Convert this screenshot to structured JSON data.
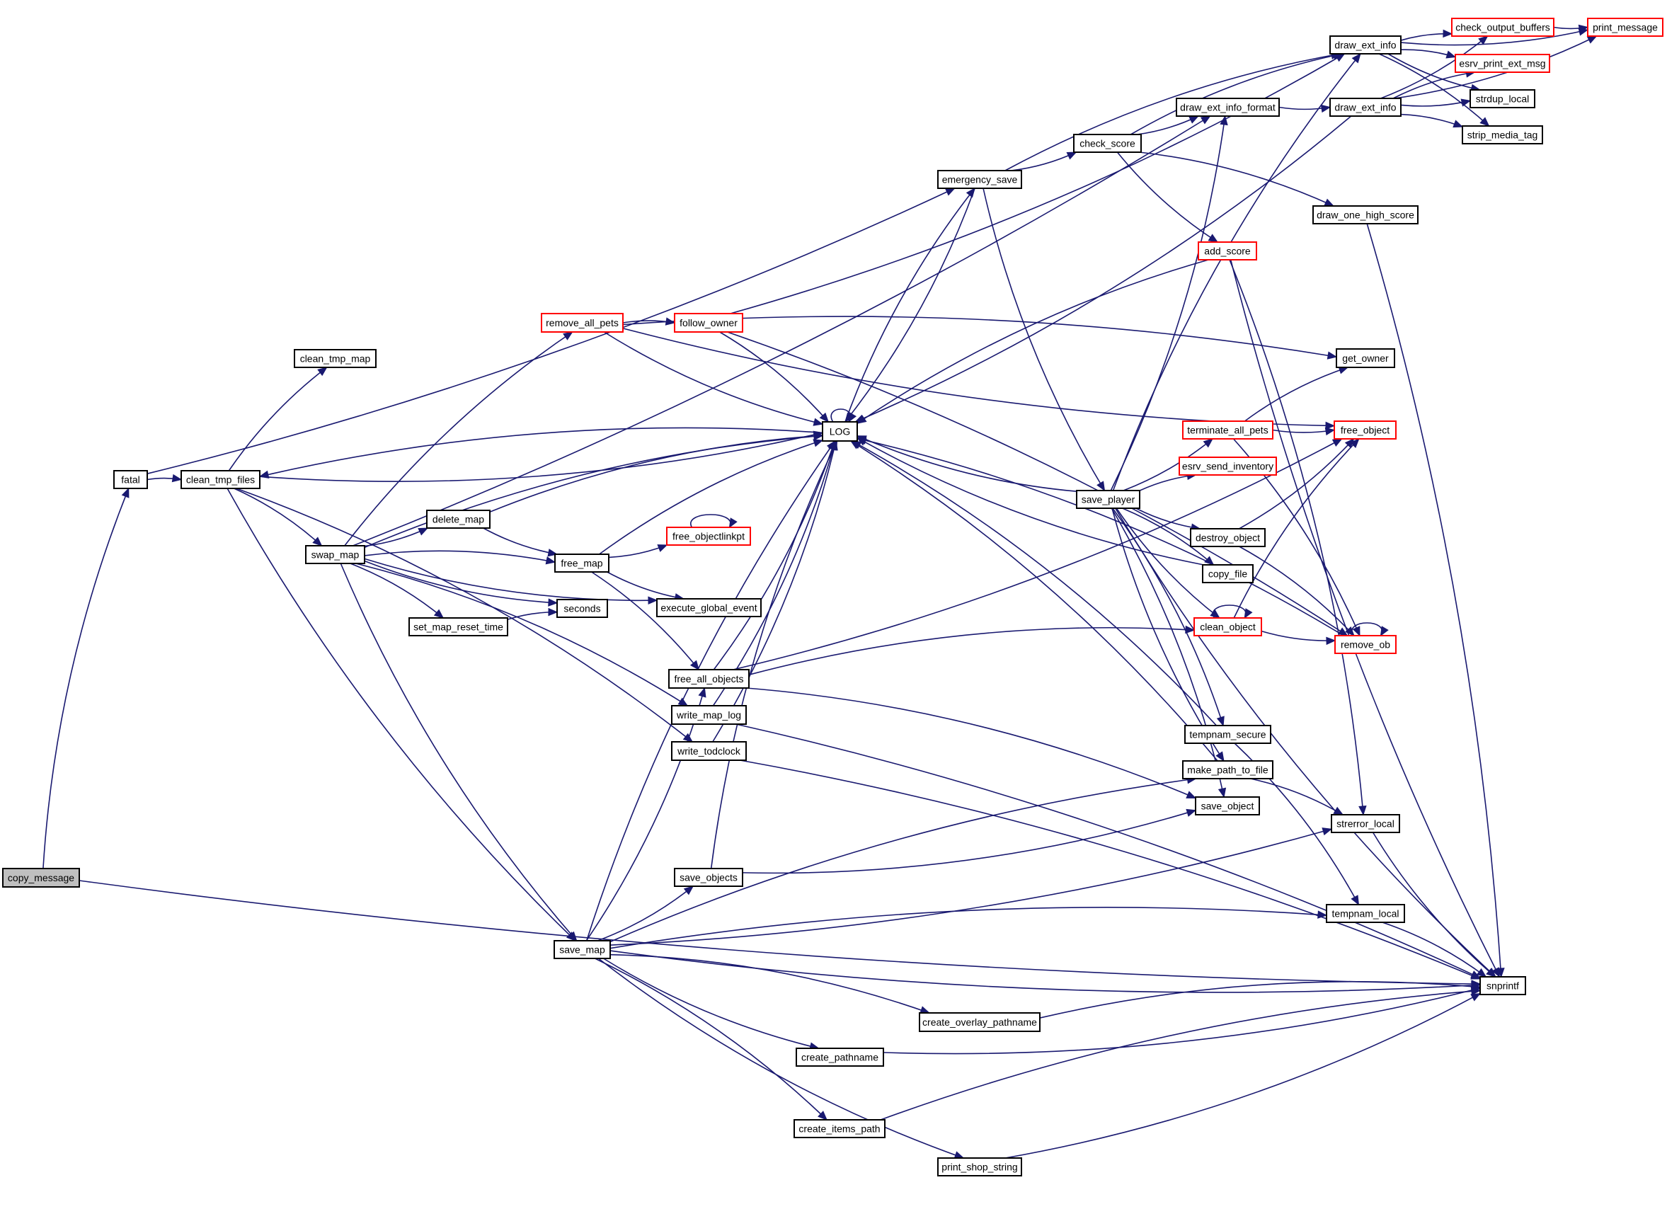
{
  "graph": {
    "type": "call-graph",
    "colors": {
      "edge": "#191970",
      "node_border": "#000000",
      "node_border_truncated": "#ff0000",
      "node_fill": "#ffffff",
      "root_fill": "#bfbfbf"
    },
    "nodes": [
      {
        "id": "copy_message",
        "label": "copy_message",
        "style": "root"
      },
      {
        "id": "fatal",
        "label": "fatal",
        "style": "normal"
      },
      {
        "id": "clean_tmp_files",
        "label": "clean_tmp_files",
        "style": "normal"
      },
      {
        "id": "clean_tmp_map",
        "label": "clean_tmp_map",
        "style": "normal"
      },
      {
        "id": "swap_map",
        "label": "swap_map",
        "style": "normal"
      },
      {
        "id": "remove_all_pets",
        "label": "remove_all_pets",
        "style": "truncated"
      },
      {
        "id": "follow_owner",
        "label": "follow_owner",
        "style": "truncated"
      },
      {
        "id": "delete_map",
        "label": "delete_map",
        "style": "normal"
      },
      {
        "id": "free_map",
        "label": "free_map",
        "style": "normal"
      },
      {
        "id": "free_objectlinkpt",
        "label": "free_objectlinkpt",
        "style": "truncated"
      },
      {
        "id": "seconds",
        "label": "seconds",
        "style": "normal"
      },
      {
        "id": "set_map_reset_time",
        "label": "set_map_reset_time",
        "style": "normal"
      },
      {
        "id": "execute_global_event",
        "label": "execute_global_event",
        "style": "normal"
      },
      {
        "id": "free_all_objects",
        "label": "free_all_objects",
        "style": "normal"
      },
      {
        "id": "write_map_log",
        "label": "write_map_log",
        "style": "normal"
      },
      {
        "id": "write_todclock",
        "label": "write_todclock",
        "style": "normal"
      },
      {
        "id": "save_map",
        "label": "save_map",
        "style": "normal"
      },
      {
        "id": "save_objects",
        "label": "save_objects",
        "style": "normal"
      },
      {
        "id": "LOG",
        "label": "LOG",
        "style": "normal"
      },
      {
        "id": "emergency_save",
        "label": "emergency_save",
        "style": "normal"
      },
      {
        "id": "check_score",
        "label": "check_score",
        "style": "normal"
      },
      {
        "id": "draw_ext_info_format",
        "label": "draw_ext_info_format",
        "style": "normal"
      },
      {
        "id": "draw_ext_info_a",
        "label": "draw_ext_info",
        "style": "normal"
      },
      {
        "id": "draw_ext_info_b",
        "label": "draw_ext_info",
        "style": "normal"
      },
      {
        "id": "check_output_buffers",
        "label": "check_output_buffers",
        "style": "truncated"
      },
      {
        "id": "print_message",
        "label": "print_message",
        "style": "truncated"
      },
      {
        "id": "esrv_print_ext_msg",
        "label": "esrv_print_ext_msg",
        "style": "truncated"
      },
      {
        "id": "strdup_local",
        "label": "strdup_local",
        "style": "normal"
      },
      {
        "id": "strip_media_tag",
        "label": "strip_media_tag",
        "style": "normal"
      },
      {
        "id": "draw_one_high_score",
        "label": "draw_one_high_score",
        "style": "normal"
      },
      {
        "id": "add_score",
        "label": "add_score",
        "style": "truncated"
      },
      {
        "id": "get_owner",
        "label": "get_owner",
        "style": "normal"
      },
      {
        "id": "terminate_all_pets",
        "label": "terminate_all_pets",
        "style": "truncated"
      },
      {
        "id": "free_object",
        "label": "free_object",
        "style": "truncated"
      },
      {
        "id": "esrv_send_inventory",
        "label": "esrv_send_inventory",
        "style": "truncated"
      },
      {
        "id": "save_player",
        "label": "save_player",
        "style": "normal"
      },
      {
        "id": "destroy_object",
        "label": "destroy_object",
        "style": "normal"
      },
      {
        "id": "copy_file",
        "label": "copy_file",
        "style": "normal"
      },
      {
        "id": "clean_object",
        "label": "clean_object",
        "style": "truncated"
      },
      {
        "id": "remove_ob",
        "label": "remove_ob",
        "style": "truncated"
      },
      {
        "id": "tempnam_secure",
        "label": "tempnam_secure",
        "style": "normal"
      },
      {
        "id": "make_path_to_file",
        "label": "make_path_to_file",
        "style": "normal"
      },
      {
        "id": "save_object",
        "label": "save_object",
        "style": "normal"
      },
      {
        "id": "strerror_local",
        "label": "strerror_local",
        "style": "normal"
      },
      {
        "id": "tempnam_local",
        "label": "tempnam_local",
        "style": "normal"
      },
      {
        "id": "snprintf",
        "label": "snprintf",
        "style": "normal"
      },
      {
        "id": "create_overlay_pathname",
        "label": "create_overlay_pathname",
        "style": "normal"
      },
      {
        "id": "create_pathname",
        "label": "create_pathname",
        "style": "normal"
      },
      {
        "id": "create_items_path",
        "label": "create_items_path",
        "style": "normal"
      },
      {
        "id": "print_shop_string",
        "label": "print_shop_string",
        "style": "normal"
      }
    ],
    "edges": [
      [
        "copy_message",
        "fatal"
      ],
      [
        "copy_message",
        "snprintf"
      ],
      [
        "fatal",
        "clean_tmp_files"
      ],
      [
        "fatal",
        "emergency_save"
      ],
      [
        "clean_tmp_files",
        "clean_tmp_map"
      ],
      [
        "clean_tmp_files",
        "LOG"
      ],
      [
        "clean_tmp_files",
        "swap_map"
      ],
      [
        "clean_tmp_files",
        "save_map"
      ],
      [
        "clean_tmp_files",
        "write_todclock"
      ],
      [
        "LOG",
        "clean_tmp_files"
      ],
      [
        "swap_map",
        "LOG"
      ],
      [
        "swap_map",
        "draw_ext_info_format"
      ],
      [
        "swap_map",
        "remove_all_pets"
      ],
      [
        "swap_map",
        "delete_map"
      ],
      [
        "swap_map",
        "free_map"
      ],
      [
        "swap_map",
        "seconds"
      ],
      [
        "swap_map",
        "set_map_reset_time"
      ],
      [
        "swap_map",
        "execute_global_event"
      ],
      [
        "swap_map",
        "write_map_log"
      ],
      [
        "swap_map",
        "save_map"
      ],
      [
        "remove_all_pets",
        "follow_owner"
      ],
      [
        "remove_all_pets",
        "LOG"
      ],
      [
        "remove_all_pets",
        "get_owner"
      ],
      [
        "remove_all_pets",
        "free_object"
      ],
      [
        "follow_owner",
        "LOG"
      ],
      [
        "follow_owner",
        "draw_ext_info_a"
      ],
      [
        "follow_owner",
        "remove_ob"
      ],
      [
        "delete_map",
        "free_map"
      ],
      [
        "delete_map",
        "LOG"
      ],
      [
        "free_map",
        "free_objectlinkpt"
      ],
      [
        "free_map",
        "LOG"
      ],
      [
        "free_map",
        "execute_global_event"
      ],
      [
        "free_map",
        "free_all_objects"
      ],
      [
        "free_objectlinkpt",
        "free_objectlinkpt"
      ],
      [
        "set_map_reset_time",
        "seconds"
      ],
      [
        "LOG",
        "LOG"
      ],
      [
        "LOG",
        "emergency_save"
      ],
      [
        "emergency_save",
        "check_score"
      ],
      [
        "emergency_save",
        "draw_ext_info_a"
      ],
      [
        "emergency_save",
        "save_player"
      ],
      [
        "emergency_save",
        "LOG"
      ],
      [
        "check_score",
        "draw_ext_info_format"
      ],
      [
        "check_score",
        "draw_ext_info_a"
      ],
      [
        "check_score",
        "add_score"
      ],
      [
        "check_score",
        "draw_one_high_score"
      ],
      [
        "draw_ext_info_format",
        "draw_ext_info_b"
      ],
      [
        "draw_ext_info_a",
        "check_output_buffers"
      ],
      [
        "draw_ext_info_a",
        "print_message"
      ],
      [
        "draw_ext_info_a",
        "esrv_print_ext_msg"
      ],
      [
        "draw_ext_info_a",
        "strdup_local"
      ],
      [
        "draw_ext_info_a",
        "strip_media_tag"
      ],
      [
        "draw_ext_info_b",
        "check_output_buffers"
      ],
      [
        "draw_ext_info_b",
        "esrv_print_ext_msg"
      ],
      [
        "draw_ext_info_b",
        "strdup_local"
      ],
      [
        "draw_ext_info_b",
        "strip_media_tag"
      ],
      [
        "draw_ext_info_b",
        "print_message"
      ],
      [
        "draw_ext_info_b",
        "LOG"
      ],
      [
        "check_output_buffers",
        "print_message"
      ],
      [
        "draw_one_high_score",
        "snprintf"
      ],
      [
        "add_score",
        "LOG"
      ],
      [
        "add_score",
        "strerror_local"
      ],
      [
        "add_score",
        "snprintf"
      ],
      [
        "save_player",
        "LOG"
      ],
      [
        "save_player",
        "draw_ext_info_format"
      ],
      [
        "save_player",
        "draw_ext_info_a"
      ],
      [
        "save_player",
        "terminate_all_pets"
      ],
      [
        "save_player",
        "esrv_send_inventory"
      ],
      [
        "save_player",
        "destroy_object"
      ],
      [
        "save_player",
        "copy_file"
      ],
      [
        "save_player",
        "clean_object"
      ],
      [
        "save_player",
        "tempnam_secure"
      ],
      [
        "save_player",
        "make_path_to_file"
      ],
      [
        "save_player",
        "save_object"
      ],
      [
        "save_player",
        "snprintf"
      ],
      [
        "terminate_all_pets",
        "get_owner"
      ],
      [
        "terminate_all_pets",
        "free_object"
      ],
      [
        "terminate_all_pets",
        "remove_ob"
      ],
      [
        "destroy_object",
        "free_object"
      ],
      [
        "destroy_object",
        "remove_ob"
      ],
      [
        "clean_object",
        "clean_object"
      ],
      [
        "clean_object",
        "free_object"
      ],
      [
        "clean_object",
        "remove_ob"
      ],
      [
        "remove_ob",
        "remove_ob"
      ],
      [
        "remove_ob",
        "LOG"
      ],
      [
        "copy_file",
        "LOG"
      ],
      [
        "tempnam_secure",
        "LOG"
      ],
      [
        "tempnam_secure",
        "tempnam_local"
      ],
      [
        "make_path_to_file",
        "LOG"
      ],
      [
        "make_path_to_file",
        "strerror_local"
      ],
      [
        "strerror_local",
        "snprintf"
      ],
      [
        "tempnam_local",
        "snprintf"
      ],
      [
        "free_all_objects",
        "LOG"
      ],
      [
        "free_all_objects",
        "clean_object"
      ],
      [
        "free_all_objects",
        "free_object"
      ],
      [
        "free_all_objects",
        "save_object"
      ],
      [
        "write_map_log",
        "LOG"
      ],
      [
        "write_map_log",
        "snprintf"
      ],
      [
        "write_todclock",
        "LOG"
      ],
      [
        "write_todclock",
        "snprintf"
      ],
      [
        "save_map",
        "free_all_objects"
      ],
      [
        "save_map",
        "LOG"
      ],
      [
        "save_map",
        "save_objects"
      ],
      [
        "save_map",
        "make_path_to_file"
      ],
      [
        "save_map",
        "strerror_local"
      ],
      [
        "save_map",
        "tempnam_local"
      ],
      [
        "save_map",
        "snprintf"
      ],
      [
        "save_map",
        "create_overlay_pathname"
      ],
      [
        "save_map",
        "create_pathname"
      ],
      [
        "save_map",
        "create_items_path"
      ],
      [
        "save_map",
        "print_shop_string"
      ],
      [
        "save_objects",
        "LOG"
      ],
      [
        "save_objects",
        "save_object"
      ],
      [
        "create_overlay_pathname",
        "snprintf"
      ],
      [
        "create_pathname",
        "snprintf"
      ],
      [
        "create_items_path",
        "snprintf"
      ],
      [
        "print_shop_string",
        "snprintf"
      ]
    ]
  }
}
